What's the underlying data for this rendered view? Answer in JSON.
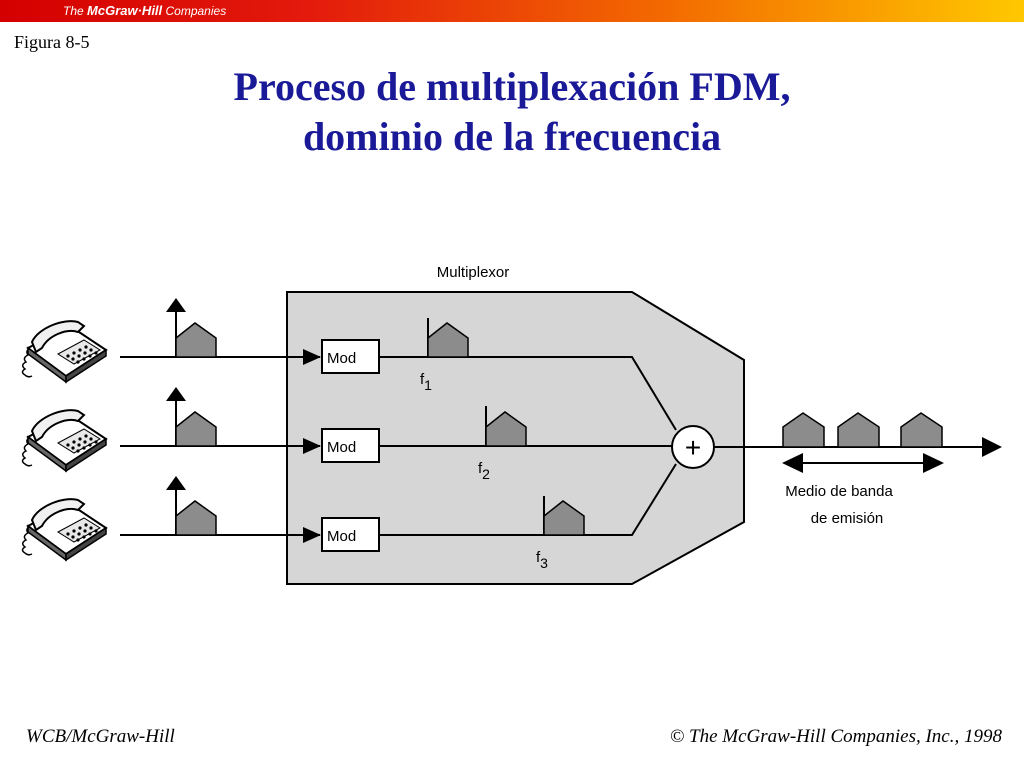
{
  "header": {
    "brand_prefix": "The",
    "brand_name": "McGraw·Hill",
    "brand_suffix": "Companies",
    "bar_color_start": "#d40000",
    "bar_color_end": "#ffc800"
  },
  "figure_label": "Figura 8-5",
  "title": {
    "line1": "Proceso de multiplexación FDM,",
    "line2": "dominio de la frecuencia",
    "color": "#1a1a99"
  },
  "diagram": {
    "multiplexer_label": "Multiplexor",
    "modulators": [
      {
        "label": "Mod",
        "freq_letter": "f",
        "freq_sub": "1"
      },
      {
        "label": "Mod",
        "freq_letter": "f",
        "freq_sub": "2"
      },
      {
        "label": "Mod",
        "freq_letter": "f",
        "freq_sub": "3"
      }
    ],
    "combiner_symbol": "+",
    "medium_label_line1": "Medio de banda",
    "medium_label_line2": "de emisión",
    "box_fill": "#d6d6d6",
    "signal_fill": "#8c8c8c"
  },
  "footer": {
    "left": "WCB/McGraw-Hill",
    "right": "© The McGraw-Hill Companies, Inc., 1998"
  }
}
